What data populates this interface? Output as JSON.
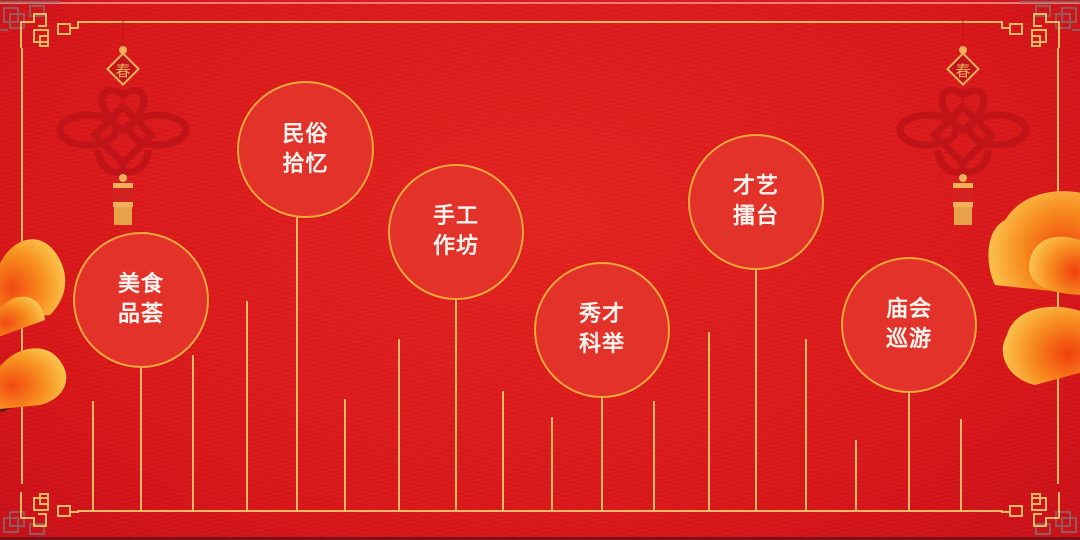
{
  "theme": {
    "background": "#dc1a1c",
    "circle_fill": "#e2322a",
    "circle_border": "#f7a73a",
    "line_color": "#f5b866",
    "text_color": "#fff3ee"
  },
  "decorations": {
    "knot_left_charm": "春",
    "knot_right_charm": "春"
  },
  "items": [
    {
      "line1": "美食",
      "line2": "品荟"
    },
    {
      "line1": "民俗",
      "line2": "拾忆"
    },
    {
      "line1": "手工",
      "line2": "作坊"
    },
    {
      "line1": "秀才",
      "line2": "科举"
    },
    {
      "line1": "才艺",
      "line2": "擂台"
    },
    {
      "line1": "庙会",
      "line2": "巡游"
    }
  ]
}
